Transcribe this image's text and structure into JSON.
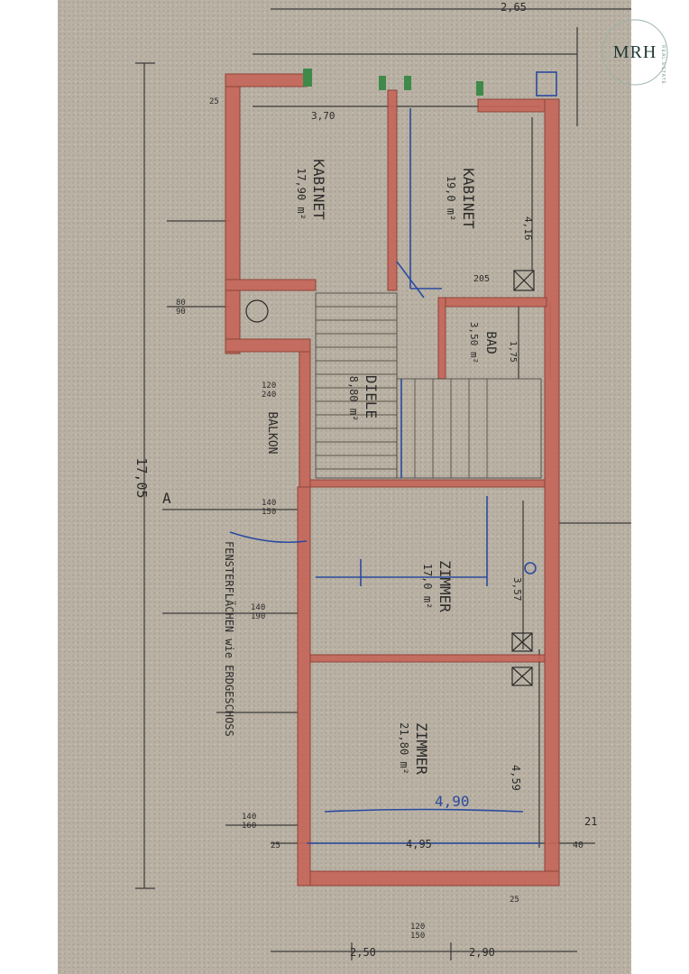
{
  "logo": {
    "monogram": "MRH",
    "tagline": "REAL ESTATE"
  },
  "rooms": {
    "kabinet_left": {
      "name": "KABINET",
      "area": "17,90 m²"
    },
    "kabinet_right": {
      "name": "KABINET",
      "area": "19,0 m²"
    },
    "diele": {
      "name": "DIELE",
      "area": "8,80 m²"
    },
    "bad": {
      "name": "BAD",
      "area": "3,50 m²"
    },
    "balkon": {
      "name": "BALKON"
    },
    "zimmer_mid": {
      "name": "ZIMMER",
      "area": "17,0 m²"
    },
    "zimmer_bottom": {
      "name": "ZIMMER",
      "area": "21,80 m²"
    }
  },
  "dimensions": {
    "total_length": "17,05",
    "top": "2,65",
    "kab_width": "3,70",
    "kab_right_len": "4,16",
    "d205": "205",
    "bad_len": "1,75",
    "zimmer_mid_len": "3,57",
    "zimmer_bot_len": "4,59",
    "bottom_width": "4,95",
    "blue_490": "4,90",
    "bottom_left": "2,50",
    "bottom_right": "2,90",
    "w_140_150": "140\n150",
    "w_140_190": "140\n190",
    "w_80_90": "80\n90",
    "w_120_240": "120\n240",
    "w_140_160": "140\n160",
    "v25_left": "25",
    "v40": "40",
    "v25_bottom": "25",
    "v21": "21",
    "v120_bottom": "120\n150",
    "v25_top": "25"
  },
  "notes": {
    "fenster": "FENSTERFLÄCHEN   wie   ERDGESCHOSS",
    "marker_a": "A"
  }
}
